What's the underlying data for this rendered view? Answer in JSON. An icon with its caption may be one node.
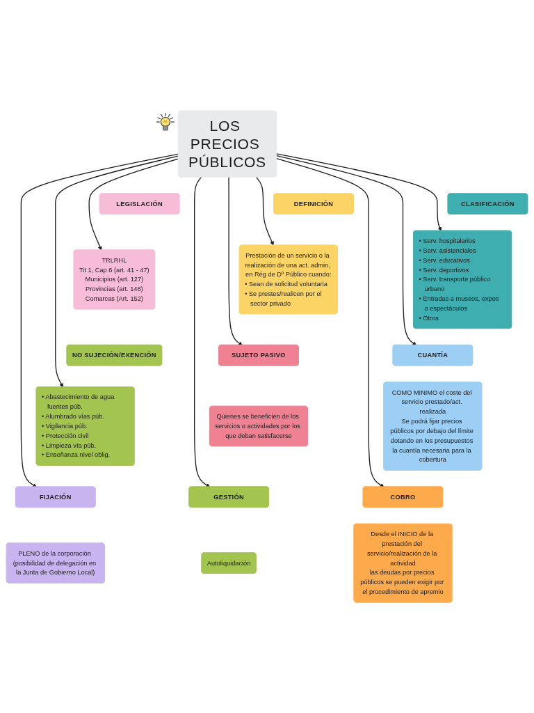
{
  "diagram": {
    "nodes": [
      {
        "text": [
          "LEGISLACIÓN"
        ]
      },
      {
        "text": [
          "TRLRHL",
          "Tit 1, Cap 6 (art. 41 - 47)",
          "Municipios (art. 127)",
          "Provincias (art. 148)",
          "Comarcas (Art. 152)"
        ]
      },
      {
        "text": [
          "DEFINICIÓN"
        ]
      },
      {
        "text": [
          "Prestación de un servicio o la realización de una act. admin, en Rég de Dº Público cuando:",
          "• Sean de solicitud voluntaria",
          "• Se prestes/realicen por el sector privado"
        ]
      },
      {
        "text": [
          "CLASIFICACIÓN"
        ]
      },
      {
        "text": [
          "• Serv. hospitalarios",
          "• Serv. asistenciales",
          "• Serv. educativos",
          "• Serv. deportivos",
          "• Serv. transporte público urbano",
          "• Entradas a museos, expos o espectáculos",
          "• Otros"
        ]
      },
      {
        "text": [
          "NO SUJECIÓN/EXENCIÓN"
        ]
      },
      {
        "text": [
          "• Abastecimiento de agua fuentes púb.",
          "• Alumbrado vías púb.",
          "• Vigilancia púb.",
          "• Protección civil",
          "• Limpieza vía púb.",
          "• Enseñanza nivel oblig."
        ]
      },
      {
        "text": [
          "LOS PRECIOS PÚBLICOS"
        ]
      },
      {
        "text": [
          "SUJETO PASIVO"
        ]
      },
      {
        "text": [
          "Quienes se beneficien de los servicios o actividades por los que deban satisfacerse"
        ]
      },
      {
        "text": [
          "CUANTÍA"
        ]
      },
      {
        "text": [
          "COMO MINIMO el coste del servicio prestado/act. realizada",
          "Se podrá fijar precios públicos por debajo del límite dotando en los presupuestos la cuantía necesaria para la cobertura"
        ]
      },
      {
        "text": [
          "FIJACIÓN"
        ]
      },
      {
        "text": [
          "PLENO de la corporación (posibilidad de delegación en la Junta de Gobierno Local)"
        ]
      },
      {
        "text": [
          "GESTIÓN"
        ]
      },
      {
        "text": [
          "Autoliquidación"
        ]
      },
      {
        "text": [
          "COBRO"
        ]
      },
      {
        "text": [
          "Desde el INICIO de la prestación del servicio/realización de la actividad",
          "las deudas por precios públicos se pueden exigir por el procedimiento de apremio"
        ]
      }
    ],
    "edges": [
      {
        "from": 8,
        "to": 1,
        "arrow": "to"
      },
      {
        "from": 8,
        "to": 3,
        "arrow": "to"
      },
      {
        "from": 8,
        "to": 5,
        "arrow": "to"
      },
      {
        "from": 8,
        "to": 7,
        "arrow": "to"
      },
      {
        "from": 8,
        "to": 9,
        "arrow": "to"
      },
      {
        "from": 8,
        "to": 11,
        "arrow": "to"
      },
      {
        "from": 8,
        "to": 13,
        "arrow": "to"
      },
      {
        "from": 8,
        "to": 15,
        "arrow": "to"
      },
      {
        "from": 8,
        "to": 17,
        "arrow": "to"
      }
    ]
  }
}
